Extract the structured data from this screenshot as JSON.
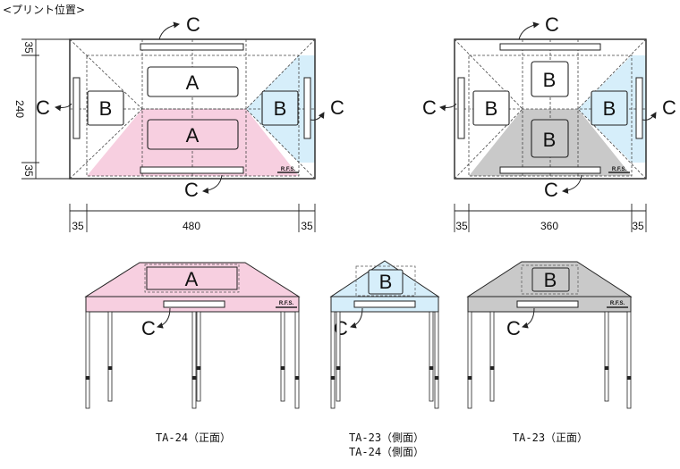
{
  "header": {
    "title": "<プリント位置>"
  },
  "labels": {
    "a": "A",
    "b": "B",
    "c": "C",
    "logo": "R.F.S."
  },
  "dimensions_ta24": {
    "top": "35",
    "middle": "240",
    "bottom": "35",
    "left": "35",
    "width": "480",
    "right": "35"
  },
  "dimensions_ta23": {
    "left": "35",
    "width": "360",
    "right": "35"
  },
  "captions": {
    "ta24_front": "TA-24（正面）",
    "side_line1": "TA-23（側面）",
    "side_line2": "TA-24（側面）",
    "ta23_front": "TA-23（正面）"
  },
  "colors": {
    "pink": "#f7cfe0",
    "blue": "#d6eefa",
    "gray": "#c9c9c9",
    "line": "#222222"
  }
}
